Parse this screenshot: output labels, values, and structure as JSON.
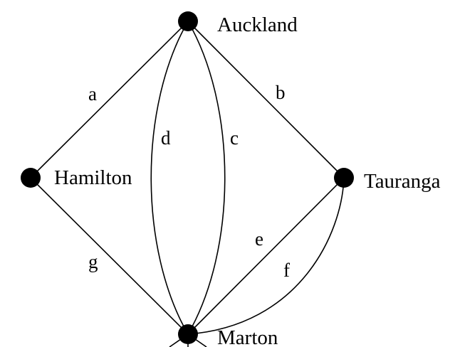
{
  "graph": {
    "nodes": {
      "auckland": "Auckland",
      "hamilton": "Hamilton",
      "tauranga": "Tauranga",
      "marton": "Marton"
    },
    "edges": {
      "a": "a",
      "b": "b",
      "c": "c",
      "d": "d",
      "e": "e",
      "f": "f",
      "g": "g"
    }
  }
}
